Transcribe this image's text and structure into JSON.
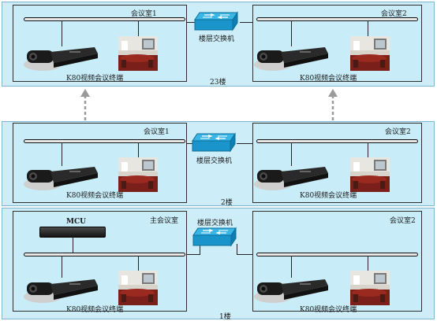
{
  "floors": [
    {
      "floor_label": "23楼",
      "switch_label": "楼层交换机",
      "rooms": [
        {
          "room_label": "会议室1",
          "terminal_label": "K80视频会议终端"
        },
        {
          "room_label": "会议室2",
          "terminal_label": "K80视频会议终端"
        }
      ]
    },
    {
      "floor_label": "2楼",
      "switch_label": "楼层交换机",
      "rooms": [
        {
          "room_label": "会议室1",
          "terminal_label": "K80视频会议终端"
        },
        {
          "room_label": "会议室2",
          "terminal_label": "K80视频会议终端"
        }
      ]
    },
    {
      "floor_label": "1楼",
      "switch_label": "楼层交换机",
      "mcu_label": "MCU",
      "rooms": [
        {
          "room_label": "主会议室",
          "terminal_label": "K80视频会议终端"
        },
        {
          "room_label": "会议室2",
          "terminal_label": "K80视频会议终端"
        }
      ]
    }
  ],
  "icons": {
    "switch": "network-switch-icon",
    "terminal": "video-conference-terminal-icon",
    "room_photo": "meeting-room-photo-icon",
    "mcu": "mcu-device-icon",
    "uplink": "dashed-arrow-up-icon"
  },
  "colors": {
    "floor_bg": "#cdeef8",
    "room_bg": "#c9edf8",
    "switch_blue": "#1e9fd6",
    "arrow_gray": "#9a9a9a"
  }
}
